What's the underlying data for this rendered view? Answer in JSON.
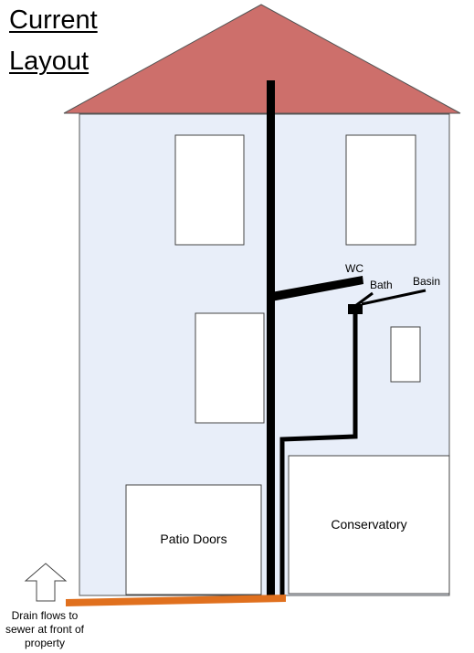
{
  "title": {
    "line1": "Current",
    "line2": "Layout"
  },
  "labels": {
    "wc": "WC",
    "bath": "Bath",
    "basin": "Basin",
    "patio_doors": "Patio Doors",
    "conservatory": "Conservatory",
    "drain_note": "Drain flows to sewer at front of property"
  },
  "colors": {
    "roof": "#cd6f6b",
    "wall": "#e8eef9",
    "pipe": "#000000",
    "drain": "#e0701e",
    "window": "#ffffff",
    "outline": "#404040"
  },
  "icons": {
    "arrow": "up-arrow-icon"
  }
}
